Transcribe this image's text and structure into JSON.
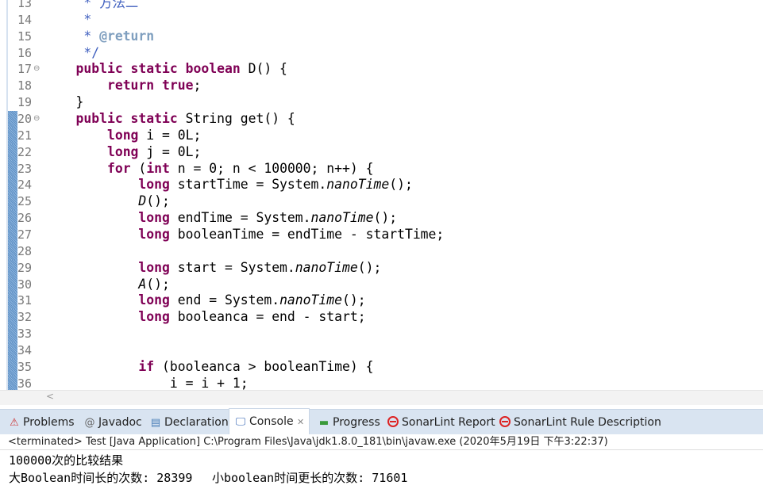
{
  "editor": {
    "lines": [
      {
        "n": "13",
        "fold": false,
        "changed": false,
        "tokens": [
          [
            "cm",
            "     * 方法二"
          ]
        ]
      },
      {
        "n": "14",
        "fold": false,
        "changed": false,
        "tokens": [
          [
            "cm",
            "     *"
          ]
        ]
      },
      {
        "n": "15",
        "fold": false,
        "changed": false,
        "tokens": [
          [
            "cm",
            "     * "
          ],
          [
            "tag",
            "@return"
          ]
        ]
      },
      {
        "n": "16",
        "fold": false,
        "changed": false,
        "tokens": [
          [
            "cm",
            "     */"
          ]
        ]
      },
      {
        "n": "17",
        "fold": true,
        "changed": false,
        "tokens": [
          [
            "",
            "    "
          ],
          [
            "kw",
            "public static boolean"
          ],
          [
            "",
            " D() {"
          ]
        ]
      },
      {
        "n": "18",
        "fold": false,
        "changed": false,
        "tokens": [
          [
            "",
            "        "
          ],
          [
            "kw",
            "return true"
          ],
          [
            "",
            ";"
          ]
        ]
      },
      {
        "n": "19",
        "fold": false,
        "changed": false,
        "tokens": [
          [
            "",
            "    }"
          ]
        ]
      },
      {
        "n": "20",
        "fold": true,
        "changed": true,
        "tokens": [
          [
            "",
            "    "
          ],
          [
            "kw",
            "public static"
          ],
          [
            "",
            " String get() {"
          ]
        ]
      },
      {
        "n": "21",
        "fold": false,
        "changed": true,
        "tokens": [
          [
            "",
            "        "
          ],
          [
            "kw",
            "long"
          ],
          [
            "",
            " i = 0L;"
          ]
        ]
      },
      {
        "n": "22",
        "fold": false,
        "changed": true,
        "tokens": [
          [
            "",
            "        "
          ],
          [
            "kw",
            "long"
          ],
          [
            "",
            " j = 0L;"
          ]
        ]
      },
      {
        "n": "23",
        "fold": false,
        "changed": true,
        "tokens": [
          [
            "",
            "        "
          ],
          [
            "kw",
            "for"
          ],
          [
            "",
            " ("
          ],
          [
            "kw",
            "int"
          ],
          [
            "",
            " n = 0; n < 100000; n++) {"
          ]
        ]
      },
      {
        "n": "24",
        "fold": false,
        "changed": true,
        "tokens": [
          [
            "",
            "            "
          ],
          [
            "kw",
            "long"
          ],
          [
            "",
            " startTime = System."
          ],
          [
            "it",
            "nanoTime"
          ],
          [
            "",
            "();"
          ]
        ]
      },
      {
        "n": "25",
        "fold": false,
        "changed": true,
        "tokens": [
          [
            "",
            "            "
          ],
          [
            "it",
            "D"
          ],
          [
            "",
            "();"
          ]
        ]
      },
      {
        "n": "26",
        "fold": false,
        "changed": true,
        "tokens": [
          [
            "",
            "            "
          ],
          [
            "kw",
            "long"
          ],
          [
            "",
            " endTime = System."
          ],
          [
            "it",
            "nanoTime"
          ],
          [
            "",
            "();"
          ]
        ]
      },
      {
        "n": "27",
        "fold": false,
        "changed": true,
        "tokens": [
          [
            "",
            "            "
          ],
          [
            "kw",
            "long"
          ],
          [
            "",
            " booleanTime = endTime - startTime;"
          ]
        ]
      },
      {
        "n": "28",
        "fold": false,
        "changed": true,
        "tokens": []
      },
      {
        "n": "29",
        "fold": false,
        "changed": true,
        "tokens": [
          [
            "",
            "            "
          ],
          [
            "kw",
            "long"
          ],
          [
            "",
            " start = System."
          ],
          [
            "it",
            "nanoTime"
          ],
          [
            "",
            "();"
          ]
        ]
      },
      {
        "n": "30",
        "fold": false,
        "changed": true,
        "tokens": [
          [
            "",
            "            "
          ],
          [
            "it",
            "A"
          ],
          [
            "",
            "();"
          ]
        ]
      },
      {
        "n": "31",
        "fold": false,
        "changed": true,
        "tokens": [
          [
            "",
            "            "
          ],
          [
            "kw",
            "long"
          ],
          [
            "",
            " end = System."
          ],
          [
            "it",
            "nanoTime"
          ],
          [
            "",
            "();"
          ]
        ]
      },
      {
        "n": "32",
        "fold": false,
        "changed": true,
        "tokens": [
          [
            "",
            "            "
          ],
          [
            "kw",
            "long"
          ],
          [
            "",
            " booleanca = end - start;"
          ]
        ]
      },
      {
        "n": "33",
        "fold": false,
        "changed": true,
        "tokens": []
      },
      {
        "n": "34",
        "fold": false,
        "changed": true,
        "tokens": []
      },
      {
        "n": "35",
        "fold": false,
        "changed": true,
        "tokens": [
          [
            "",
            "            "
          ],
          [
            "kw",
            "if"
          ],
          [
            "",
            " (booleanca > booleanTime) {"
          ]
        ]
      },
      {
        "n": "36",
        "fold": false,
        "changed": true,
        "tokens": [
          [
            "",
            "                i = i + 1;"
          ]
        ]
      }
    ],
    "scroll_left_glyph": "<"
  },
  "tabs": {
    "problems": "Problems",
    "javadoc": "Javadoc",
    "declaration": "Declaration",
    "console": "Console",
    "console_close": "✕",
    "progress": "Progress",
    "sonar_report": "SonarLint Report",
    "sonar_rule": "SonarLint Rule Description"
  },
  "console": {
    "header": "<terminated> Test [Java Application] C:\\Program Files\\Java\\jdk1.8.0_181\\bin\\javaw.exe (2020年5月19日 下午3:22:37)",
    "line1": "100000次的比较结果",
    "line2a": "大Boolean时间长的次数: 28399",
    "line2b": "小boolean时间更长的次数: 71601"
  }
}
